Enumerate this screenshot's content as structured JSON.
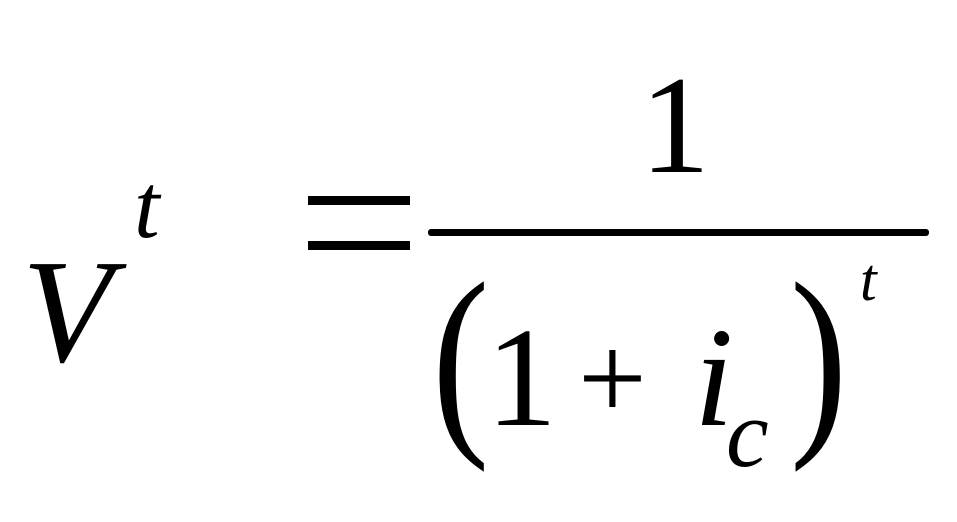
{
  "formula": {
    "lhs": {
      "variable": "V",
      "exponent": "t"
    },
    "relation": "=",
    "rhs": {
      "numerator": "1",
      "denominator": {
        "open_paren": "(",
        "one": "1",
        "operator": "+",
        "variable": "i",
        "subscript": "c",
        "close_paren": ")",
        "exponent": "t"
      }
    }
  }
}
